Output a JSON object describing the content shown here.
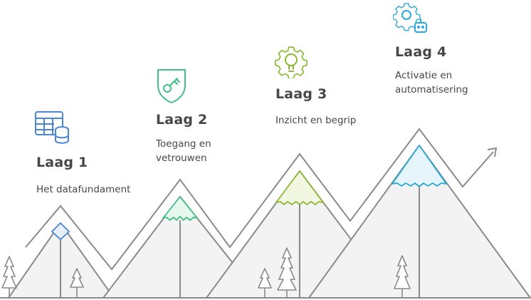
{
  "layers": [
    {
      "title": "Laag 1",
      "desc": "Het datafundament",
      "icon": "database-table-icon",
      "color": "#4a86d6"
    },
    {
      "title": "Laag 2",
      "desc": "Toegang en\nvetrouwen",
      "icon": "shield-key-icon",
      "color": "#3fbf84"
    },
    {
      "title": "Laag 3",
      "desc": "Inzicht en begrip",
      "icon": "gear-bulb-icon",
      "color": "#8bb832"
    },
    {
      "title": "Laag 4",
      "desc": "Activatie en\nautomatisering",
      "icon": "gear-robot-icon",
      "color": "#2aa9d8"
    }
  ],
  "colors": {
    "outline": "#8a8a8a",
    "mountain_fill": "#f3f3f3",
    "text": "#474747"
  }
}
